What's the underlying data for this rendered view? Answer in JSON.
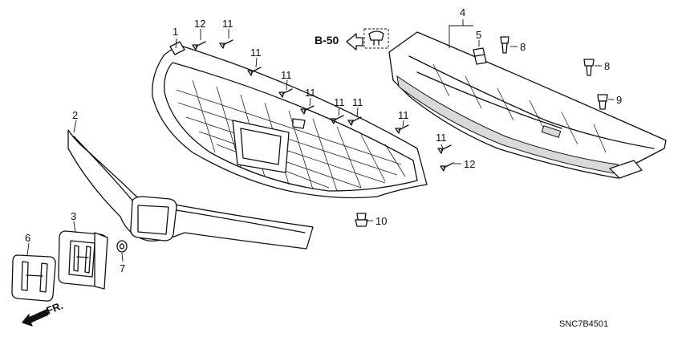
{
  "callouts": {
    "c1": "1",
    "c2": "2",
    "c3": "3",
    "c4": "4",
    "c5": "5",
    "c6": "6",
    "c7": "7",
    "c8a": "8",
    "c8b": "8",
    "c9": "9",
    "c10": "10",
    "c11a": "11",
    "c11b": "11",
    "c11c": "11",
    "c11d": "11",
    "c11e": "11",
    "c11f": "11",
    "c11g": "11",
    "c11h": "11",
    "c12a": "12",
    "c12b": "12"
  },
  "reference": "B-50",
  "direction": "FR.",
  "diagram_code": "SNC7B4501"
}
